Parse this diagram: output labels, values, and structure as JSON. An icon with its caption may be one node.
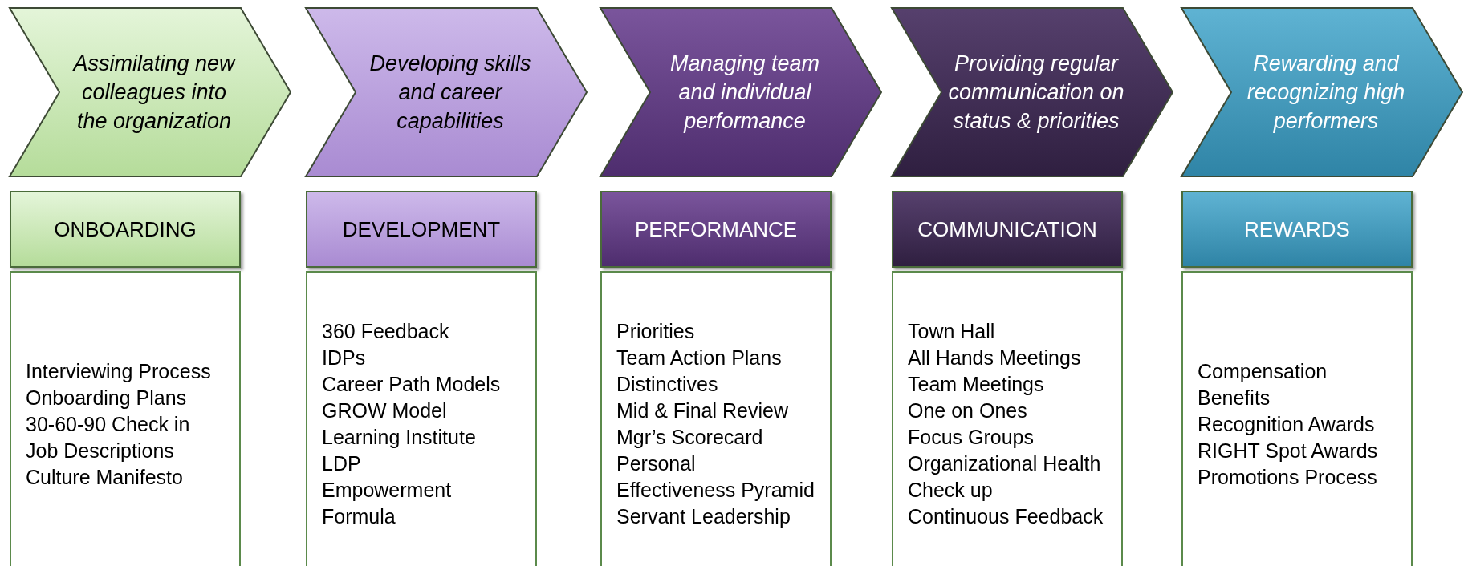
{
  "diagram": {
    "nodes": [
      {
        "text": [
          "Assimilating new colleagues into the organization"
        ]
      },
      {
        "text": [
          "Developing skills and career capabilities"
        ]
      },
      {
        "text": [
          "Managing team and individual performance"
        ]
      },
      {
        "text": [
          "Providing regular communication on status & priorities"
        ]
      },
      {
        "text": [
          "Rewarding and recognizing high performers"
        ]
      },
      {
        "text": [
          "ONBOARDING"
        ]
      },
      {
        "text": [
          "DEVELOPMENT"
        ]
      },
      {
        "text": [
          "PERFORMANCE"
        ]
      },
      {
        "text": [
          "COMMUNICATION"
        ]
      },
      {
        "text": [
          "REWARDS"
        ]
      },
      {
        "text": [
          "Interviewing Process",
          "Onboarding Plans",
          "30-60-90 Check in",
          "Job Descriptions",
          "Culture Manifesto"
        ]
      },
      {
        "text": [
          "360 Feedback",
          "IDPs",
          "Career Path Models",
          "GROW Model",
          "Learning Institute",
          "LDP",
          "Empowerment Formula"
        ]
      },
      {
        "text": [
          "Priorities",
          "Team Action Plans",
          "Distinctives",
          "Mid & Final Review",
          "Mgr’s Scorecard",
          "Personal Effectiveness Pyramid",
          "Servant Leadership"
        ]
      },
      {
        "text": [
          "Town Hall",
          "All Hands Meetings",
          "Team Meetings",
          "One on Ones",
          "Focus Groups",
          "Organizational Health Check up",
          "Continuous Feedback"
        ]
      },
      {
        "text": [
          "Compensation",
          "Benefits",
          "Recognition Awards",
          "RIGHT Spot Awards",
          "Promotions Process"
        ]
      }
    ],
    "edges": []
  }
}
